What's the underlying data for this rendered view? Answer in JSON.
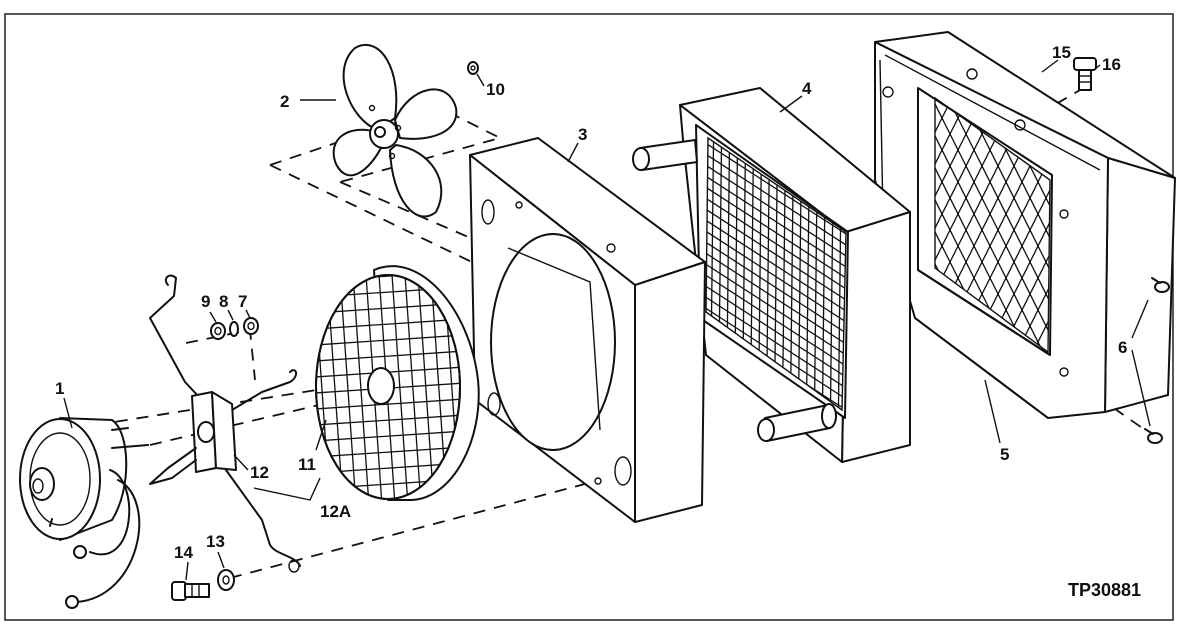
{
  "figure_id": "TP30881",
  "callouts": [
    {
      "id": "c1",
      "label": "1"
    },
    {
      "id": "c2",
      "label": "2"
    },
    {
      "id": "c3",
      "label": "3"
    },
    {
      "id": "c4",
      "label": "4"
    },
    {
      "id": "c5",
      "label": "5"
    },
    {
      "id": "c6",
      "label": "6"
    },
    {
      "id": "c7",
      "label": "7"
    },
    {
      "id": "c8",
      "label": "8"
    },
    {
      "id": "c9",
      "label": "9"
    },
    {
      "id": "c10",
      "label": "10"
    },
    {
      "id": "c11",
      "label": "11"
    },
    {
      "id": "c12",
      "label": "12"
    },
    {
      "id": "c12a",
      "label": "12A"
    },
    {
      "id": "c13",
      "label": "13"
    },
    {
      "id": "c14",
      "label": "14"
    },
    {
      "id": "c15",
      "label": "15"
    },
    {
      "id": "c16",
      "label": "16"
    }
  ]
}
